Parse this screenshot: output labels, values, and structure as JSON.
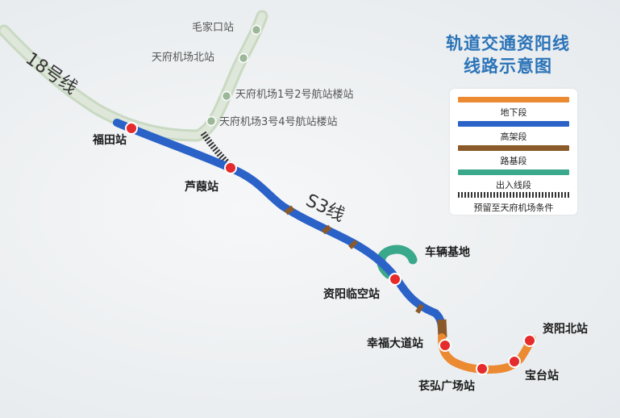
{
  "title": {
    "line1": "轨道交通资阳线",
    "line2": "线路示意图"
  },
  "line_labels": {
    "line18": "18号线",
    "s3": "S3线"
  },
  "stations": {
    "futian": "福田站",
    "luwei": "芦葭站",
    "ziyang_airport": "资阳临空站",
    "xingfu_dadao": "幸福大道站",
    "changhong": "苌弘广场站",
    "baotai": "宝台站",
    "ziyang_north": "资阳北站"
  },
  "airport_line_stations": {
    "maojiakou": "毛家口站",
    "airport_north": "天府机场北站",
    "t1t2": "天府机场1号2号航站楼站",
    "t3t4": "天府机场3号4号航站楼站"
  },
  "depot": "车辆基地",
  "legend": {
    "underground": "地下段",
    "elevated": "高架段",
    "subgrade": "路基段",
    "access": "出入线段",
    "reserved": "预留至天府机场条件"
  },
  "colors": {
    "underground": "#ec8a32",
    "elevated": "#2a62c8",
    "subgrade": "#8b5a2b",
    "access": "#3aa88a",
    "station": "#e52b2b",
    "line18": "#c9d9c2",
    "title": "#2a73b8"
  }
}
